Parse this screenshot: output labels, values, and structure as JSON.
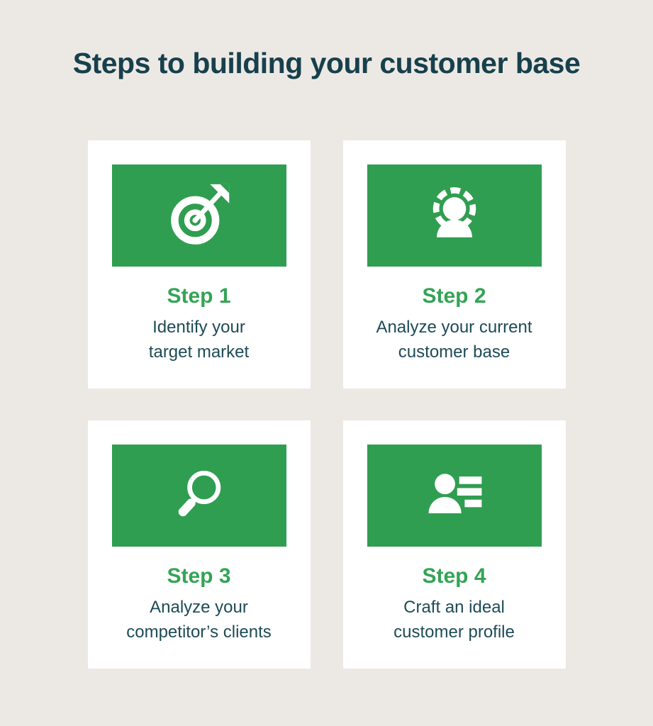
{
  "title": "Steps to building your customer base",
  "colors": {
    "background": "#ECE9E5",
    "card": "#FFFFFF",
    "banner_green": "#2F9E50",
    "step_label_green": "#34A456",
    "title_text": "#17404C",
    "body_text": "#1D4B56",
    "icon": "#FFFFFF"
  },
  "cards": [
    {
      "step_label": "Step 1",
      "description_line1": "Identify your",
      "description_line2": "target market",
      "icon": "target-icon"
    },
    {
      "step_label": "Step 2",
      "description_line1": "Analyze your current",
      "description_line2": "customer base",
      "icon": "customer-base-icon"
    },
    {
      "step_label": "Step 3",
      "description_line1": "Analyze your",
      "description_line2": "competitor’s clients",
      "icon": "magnifier-icon"
    },
    {
      "step_label": "Step 4",
      "description_line1": "Craft an ideal",
      "description_line2": "customer profile",
      "icon": "customer-profile-icon"
    }
  ]
}
